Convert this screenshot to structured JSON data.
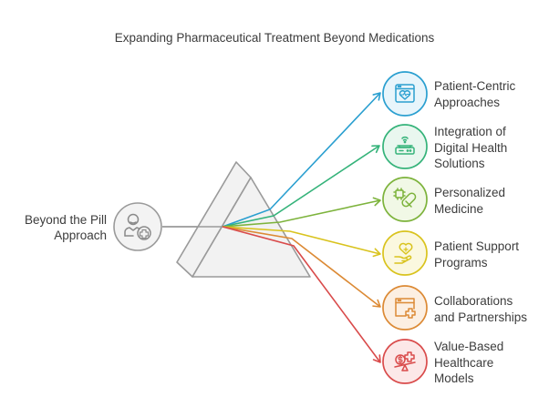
{
  "title": "Expanding Pharmaceutical Treatment Beyond Medications",
  "source": {
    "label_line1": "Beyond the Pill",
    "label_line2": "Approach",
    "icon": "person-plus-icon",
    "color": "#8a8a8a"
  },
  "prism": {
    "stroke": "#9a9a9a",
    "fill": "#f2f2f2"
  },
  "outcomes": [
    {
      "lines": [
        "Patient-Centric",
        "Approaches"
      ],
      "icon": "browser-heart-icon",
      "color": "#2a9fd0",
      "fill": "#e8f5fb"
    },
    {
      "lines": [
        "Integration of",
        "Digital Health",
        "Solutions"
      ],
      "icon": "smart-scale-icon",
      "color": "#35b37a",
      "fill": "#e9f7ef"
    },
    {
      "lines": [
        "Personalized",
        "Medicine"
      ],
      "icon": "chip-pill-icon",
      "color": "#7db33c",
      "fill": "#f1f8e6"
    },
    {
      "lines": [
        "Patient Support",
        "Programs"
      ],
      "icon": "hand-heart-icon",
      "color": "#d9c31e",
      "fill": "#fbf8df"
    },
    {
      "lines": [
        "Collaborations",
        "and Partnerships"
      ],
      "icon": "browser-plus-icon",
      "color": "#dc8a35",
      "fill": "#fcefe2"
    },
    {
      "lines": [
        "Value-Based",
        "Healthcare",
        "Models"
      ],
      "icon": "dollar-cross-balance-icon",
      "color": "#d94b4b",
      "fill": "#fce8e8"
    }
  ]
}
